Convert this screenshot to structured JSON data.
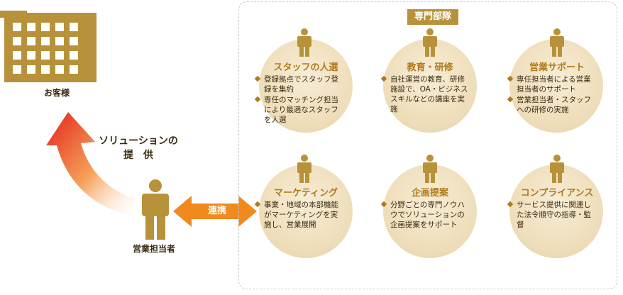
{
  "customer": {
    "label": "お客様"
  },
  "solution": {
    "line1": "ソリューションの",
    "line2": "提　供"
  },
  "sales": {
    "label": "営業担当者"
  },
  "link_arrow": {
    "label": "連携"
  },
  "team": {
    "title": "専門部隊",
    "units": [
      {
        "title": "スタッフの人選",
        "bullets": [
          "登録拠点でスタッフ登録を集約",
          "専任のマッチング担当により最適なスタッフを人選"
        ]
      },
      {
        "title": "教育・研修",
        "bullets": [
          "自社運営の教育、研修施設で、OA・ビジネススキルなどの講座を実施"
        ]
      },
      {
        "title": "営業サポート",
        "bullets": [
          "専任担当者による営業担当者のサポート",
          "営業担当者・スタッフへの研修の実施"
        ]
      },
      {
        "title": "マーケティング",
        "bullets": [
          "事業・地域の本部機能がマーケティングを実施し、営業展開"
        ]
      },
      {
        "title": "企画提案",
        "bullets": [
          "分野ごとの専門ノウハウでソリューションの企画提案をサポート"
        ]
      },
      {
        "title": "コンプライアンス",
        "bullets": [
          "サービス提供に関連した法令順守の指導・監督"
        ]
      }
    ]
  },
  "colors": {
    "gold": "#b8923a",
    "title_gold": "#b07a1c",
    "arrow_orange": "#f08a1c",
    "arrow_red": "#e3241b"
  },
  "icons": [
    "building-icon",
    "person-icon",
    "curved-up-arrow-icon",
    "double-arrow-icon"
  ]
}
